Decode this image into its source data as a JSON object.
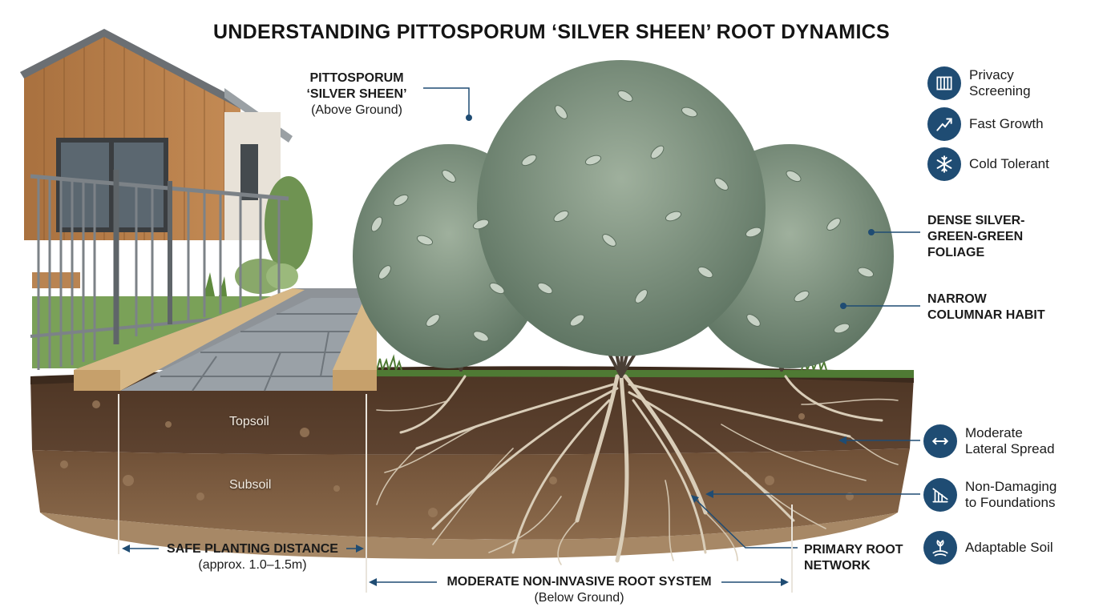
{
  "title": "UNDERSTANDING PITTOSPORUM ‘SILVER SHEEN’ ROOT DYNAMICS",
  "plant_label": {
    "line1": "PITTOSPORUM",
    "line2": "‘SILVER SHEEN’",
    "sub": "(Above Ground)"
  },
  "layers": {
    "topsoil": "Topsoil",
    "subsoil": "Subsoil"
  },
  "callouts": {
    "foliage": {
      "line1": "DENSE SILVER-",
      "line2": "GREEN-GREEN",
      "line3": "FOLIAGE"
    },
    "habit": {
      "line1": "NARROW",
      "line2": "COLUMNAR HABIT"
    },
    "primary_root": {
      "line1": "PRIMARY ROOT",
      "line2": "NETWORK"
    }
  },
  "dimensions": {
    "safe": {
      "label": "SAFE PLANTING DISTANCE",
      "sub": "(approx. 1.0–1.5m)"
    },
    "root_system": {
      "label": "MODERATE NON-INVASIVE ROOT SYSTEM",
      "sub": "(Below Ground)"
    }
  },
  "features_top": [
    {
      "icon": "privacy-screen-icon",
      "line1": "Privacy",
      "line2": "Screening"
    },
    {
      "icon": "growth-arrow-icon",
      "line1": "Fast Growth",
      "line2": ""
    },
    {
      "icon": "snowflake-icon",
      "line1": "Cold Tolerant",
      "line2": ""
    }
  ],
  "features_bottom": [
    {
      "icon": "lateral-arrows-icon",
      "line1": "Moderate",
      "line2": "Lateral Spread"
    },
    {
      "icon": "foundation-icon",
      "line1": "Non-Damaging",
      "line2": "to Foundations"
    },
    {
      "icon": "soil-sprout-icon",
      "line1": "Adaptable Soil",
      "line2": ""
    }
  ],
  "colors": {
    "accent": "#1f4c73",
    "topsoil": "#5a3f2a",
    "subsoil": "#7d5c40",
    "foliage": "#8ea28e",
    "root": "#d9cdb8"
  }
}
